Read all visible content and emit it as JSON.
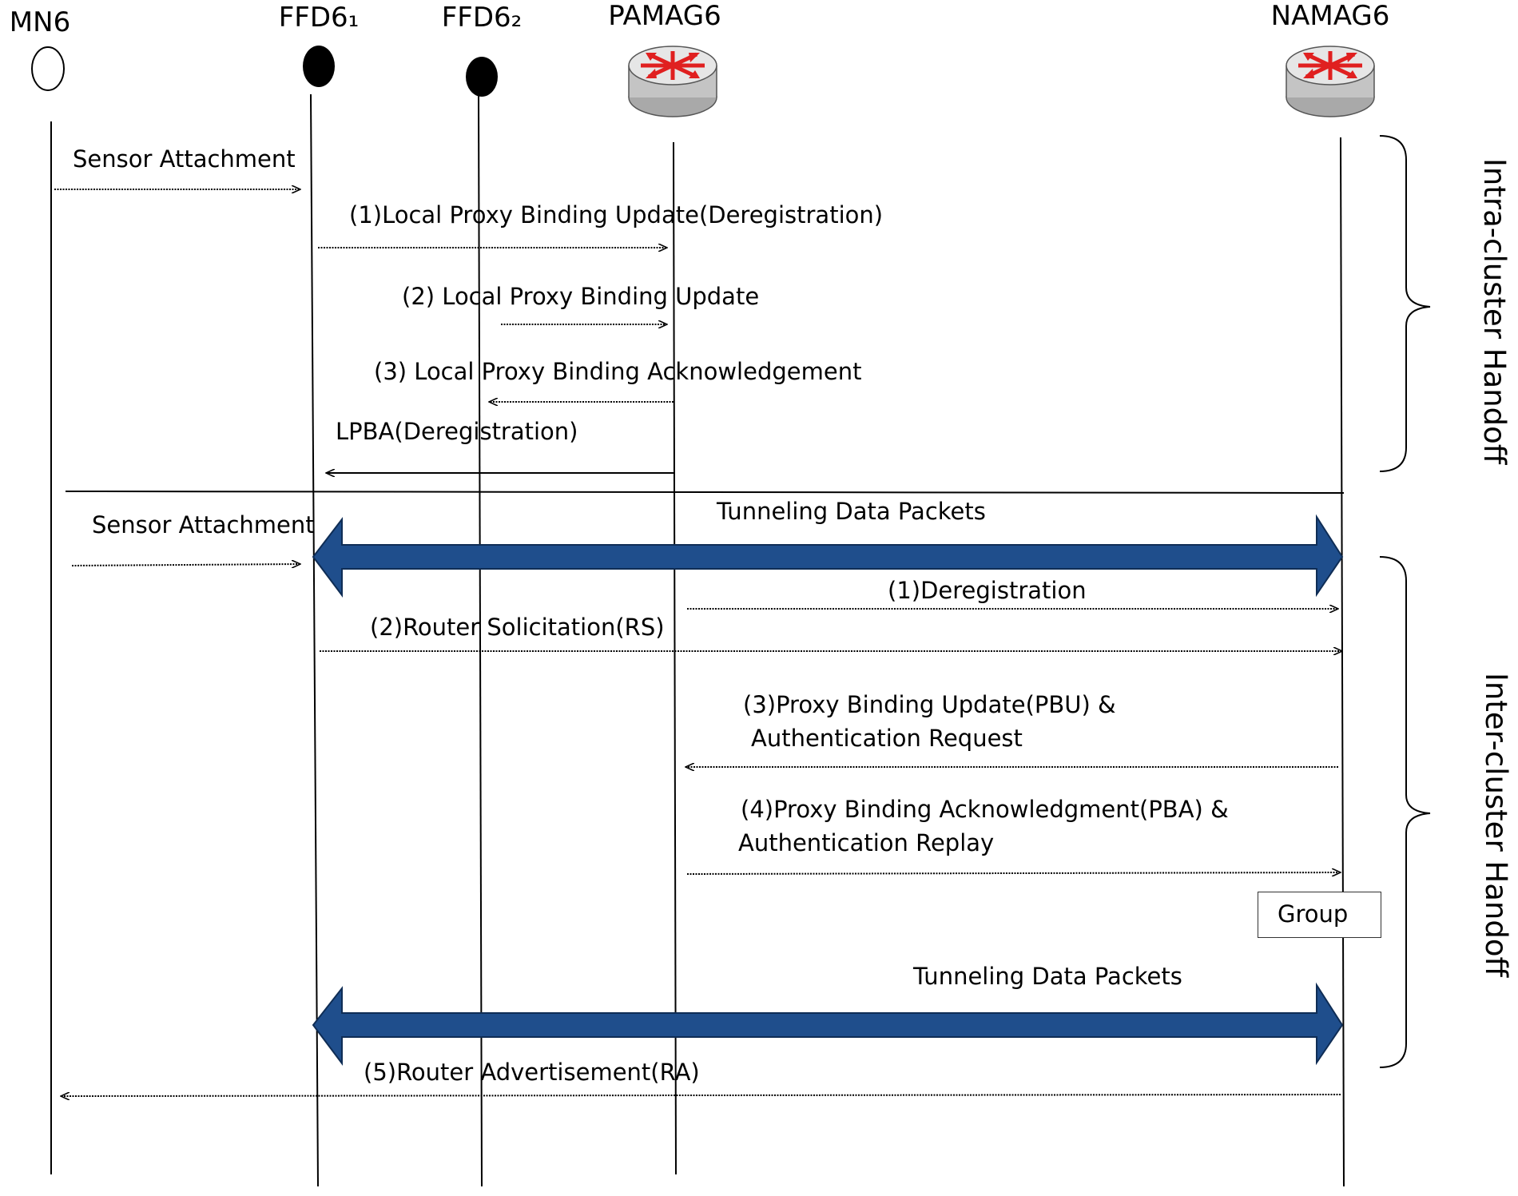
{
  "entities": {
    "mn6": "MN6",
    "ffd61": "FFD6₁",
    "ffd62": "FFD6₂",
    "pamag6": "PAMAG6",
    "namag6": "NAMAG6"
  },
  "intra": {
    "sensor_attachment": "Sensor Attachment",
    "step1": "(1)Local Proxy Binding Update(Deregistration)",
    "step2": "(2) Local Proxy Binding Update",
    "step3": "(3) Local Proxy Binding Acknowledgement",
    "lpba": "LPBA(Deregistration)",
    "label": "Intra-cluster Handoff"
  },
  "inter": {
    "sensor_attachment": "Sensor Attachment",
    "tunneling_1": "Tunneling Data Packets",
    "step1": "(1)Deregistration",
    "step2": "(2)Router Solicitation(RS)",
    "step3_line1": "(3)Proxy Binding Update(PBU) &",
    "step3_line2": "Authentication Request",
    "step4_line1": "(4)Proxy Binding Acknowledgment(PBA) &",
    "step4_line2": "Authentication Replay",
    "group": "Group",
    "tunneling_2": "Tunneling Data Packets",
    "step5": "(5)Router Advertisement(RA)",
    "label": "Inter-cluster Handoff"
  },
  "colors": {
    "tunnel_fill": "#1f4e8c",
    "tunnel_stroke": "#0f2d55",
    "router_body": "#d9d9d9",
    "router_arrow": "#e02020"
  }
}
